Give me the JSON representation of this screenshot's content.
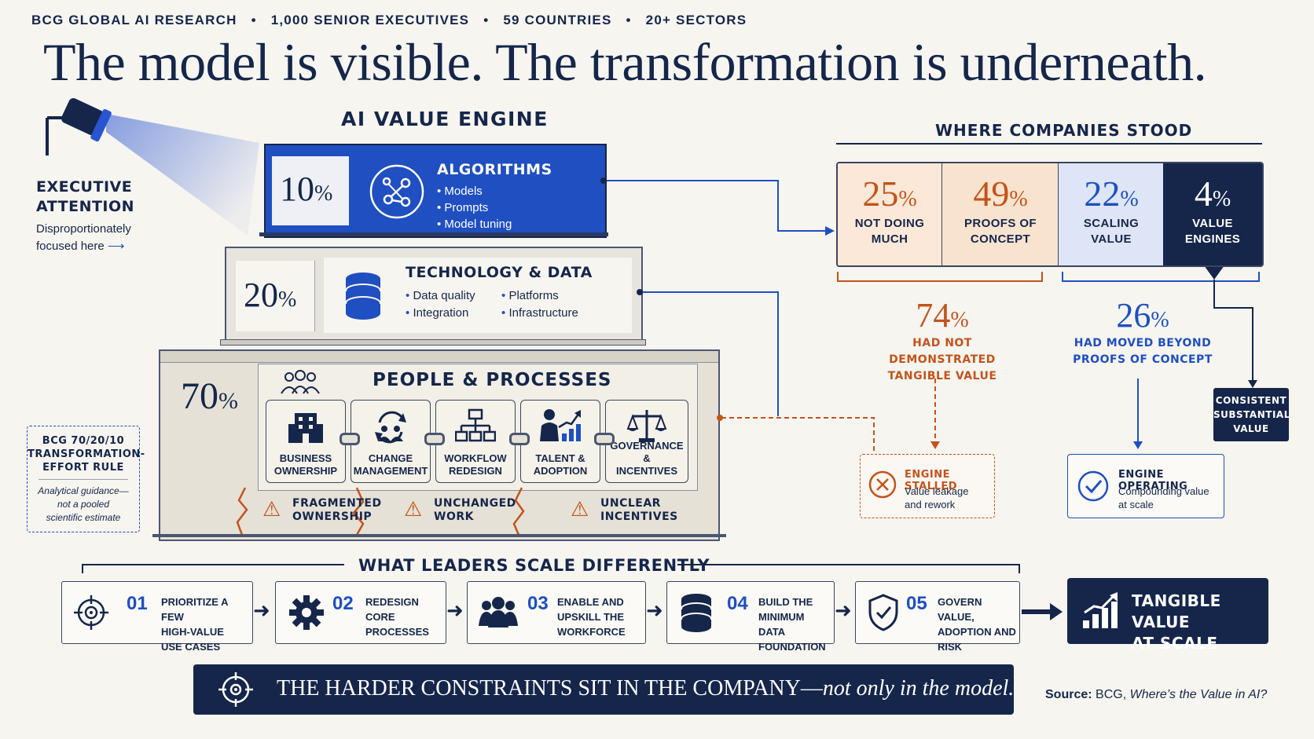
{
  "header": {
    "meta": [
      "BCG GLOBAL AI RESEARCH",
      "1,000 SENIOR EXECUTIVES",
      "59 COUNTRIES",
      "20+ SECTORS"
    ],
    "title": "The model is visible. The transformation is underneath."
  },
  "spotlight": {
    "title_line1": "EXECUTIVE",
    "title_line2": "ATTENTION",
    "note_line1": "Disproportionately",
    "note_line2": "focused here"
  },
  "engine": {
    "title": "AI VALUE ENGINE",
    "algorithms": {
      "pct": "10",
      "title": "ALGORITHMS",
      "items": [
        "Models",
        "Prompts",
        "Model tuning"
      ]
    },
    "technology": {
      "pct": "20",
      "title": "TECHNOLOGY & DATA",
      "items": [
        "Data quality",
        "Platforms",
        "Integration",
        "Infrastructure"
      ]
    },
    "people": {
      "pct": "70",
      "title": "PEOPLE & PROCESSES",
      "tiles": [
        {
          "l1": "BUSINESS",
          "l2": "OWNERSHIP",
          "icon": "building-icon"
        },
        {
          "l1": "CHANGE",
          "l2": "MANAGEMENT",
          "icon": "change-icon"
        },
        {
          "l1": "WORKFLOW",
          "l2": "REDESIGN",
          "icon": "workflow-icon"
        },
        {
          "l1": "TALENT &",
          "l2": "ADOPTION",
          "icon": "talent-icon"
        },
        {
          "l1": "GOVERNANCE &",
          "l2": "INCENTIVES",
          "icon": "scales-icon"
        }
      ],
      "cracks": [
        {
          "l1": "FRAGMENTED",
          "l2": "OWNERSHIP"
        },
        {
          "l1": "UNCHANGED",
          "l2": "WORK"
        },
        {
          "l1": "UNCLEAR",
          "l2": "INCENTIVES"
        }
      ]
    },
    "pct_sign": "%"
  },
  "rule_box": {
    "title_l1": "BCG 70/20/10",
    "title_l2": "TRANSFORMATION-",
    "title_l3": "EFFORT RULE",
    "note_l1": "Analytical guidance—",
    "note_l2": "not a pooled",
    "note_l3": "scientific estimate"
  },
  "companies": {
    "title": "WHERE COMPANIES STOOD",
    "stats": [
      {
        "pct": "25",
        "l1": "NOT DOING",
        "l2": "MUCH"
      },
      {
        "pct": "49",
        "l1": "PROOFS OF",
        "l2": "CONCEPT"
      },
      {
        "pct": "22",
        "l1": "SCALING",
        "l2": "VALUE"
      },
      {
        "pct": "4",
        "l1": "VALUE",
        "l2": "ENGINES"
      }
    ],
    "left_group": {
      "pct": "74",
      "l1": "HAD NOT DEMONSTRATED",
      "l2": "TANGIBLE VALUE"
    },
    "right_group": {
      "pct": "26",
      "l1": "HAD MOVED BEYOND",
      "l2": "PROOFS OF CONCEPT"
    },
    "consistent": {
      "l1": "CONSISTENT",
      "l2": "SUBSTANTIAL",
      "l3": "VALUE"
    },
    "stalled": {
      "title": "ENGINE STALLED",
      "l1": "Value leakage",
      "l2": "and rework"
    },
    "operating": {
      "title": "ENGINE OPERATING",
      "l1": "Compounding value",
      "l2": "at scale"
    }
  },
  "leaders": {
    "title": "WHAT LEADERS SCALE DIFFERENTLY",
    "steps": [
      {
        "n": "01",
        "l1": "PRIORITIZE A FEW",
        "l2": "HIGH-VALUE",
        "l3": "USE CASES",
        "icon": "target-icon"
      },
      {
        "n": "02",
        "l1": "REDESIGN",
        "l2": "CORE",
        "l3": "PROCESSES",
        "icon": "gear-icon"
      },
      {
        "n": "03",
        "l1": "ENABLE AND",
        "l2": "UPSKILL THE",
        "l3": "WORKFORCE",
        "icon": "people-icon"
      },
      {
        "n": "04",
        "l1": "BUILD THE",
        "l2": "MINIMUM DATA",
        "l3": "FOUNDATION",
        "icon": "database-icon"
      },
      {
        "n": "05",
        "l1": "GOVERN VALUE,",
        "l2": "ADOPTION AND",
        "l3": "RISK",
        "icon": "shield-icon"
      }
    ],
    "outcome_l1": "TANGIBLE VALUE",
    "outcome_l2": "AT SCALE"
  },
  "footer": {
    "banner_main": "THE HARDER CONSTRAINTS SIT IN THE COMPANY—",
    "banner_italic": "not only in the model.",
    "source_label": "Source:",
    "source_org": "BCG,",
    "source_title": "Where’s the Value in AI?"
  },
  "colors": {
    "navy": "#15264a",
    "blue": "#1f4fc0",
    "orange": "#c2541c",
    "cream": "#f7f5f0"
  }
}
